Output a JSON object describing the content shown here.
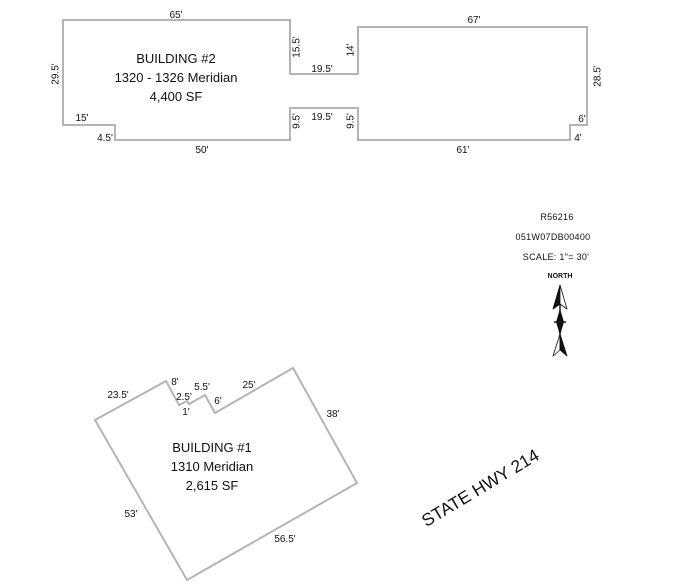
{
  "building_2": {
    "title": "BUILDING #2",
    "address": "1320 - 1326 Meridian",
    "area": "4,400 SF",
    "dimensions": {
      "top_west": "65'",
      "connector_north_west": "15.5'",
      "connector_north": "19.5'",
      "connector_north_east": "14'",
      "top_east": "67'",
      "east": "28.5'",
      "west": "29.5'",
      "southwest_step_horizontal": "15'",
      "southwest_step_vertical": "4.5'",
      "bottom_west": "50'",
      "connector_south_west": "9.5'",
      "connector_south": "19.5'",
      "connector_south_east": "9.5'",
      "southeast_step_horizontal": "6'",
      "southeast_step_vertical": "4'",
      "bottom_east": "61'"
    }
  },
  "building_1": {
    "title": "BUILDING #1",
    "address": "1310 Meridian",
    "area": "2,615 SF",
    "dimensions": {
      "northwest": "23.5'",
      "notch_a": "8'",
      "notch_b": "2.5'",
      "notch_c": "1'",
      "notch_d": "5.5'",
      "notch_e": "6'",
      "north": "25'",
      "east": "38'",
      "south": "56.5'",
      "west": "53'"
    }
  },
  "parcel": {
    "parcel_id": "R56216",
    "map_number": "051W07DB00400",
    "scale": "SCALE: 1\"= 30'"
  },
  "north_arrow": {
    "label": "NORTH",
    "icon": "north-arrow-icon"
  },
  "road": {
    "label": "STATE HWY 214"
  },
  "colors": {
    "outline": "#b4b4b4",
    "text": "#111111",
    "background": "#ffffff"
  }
}
